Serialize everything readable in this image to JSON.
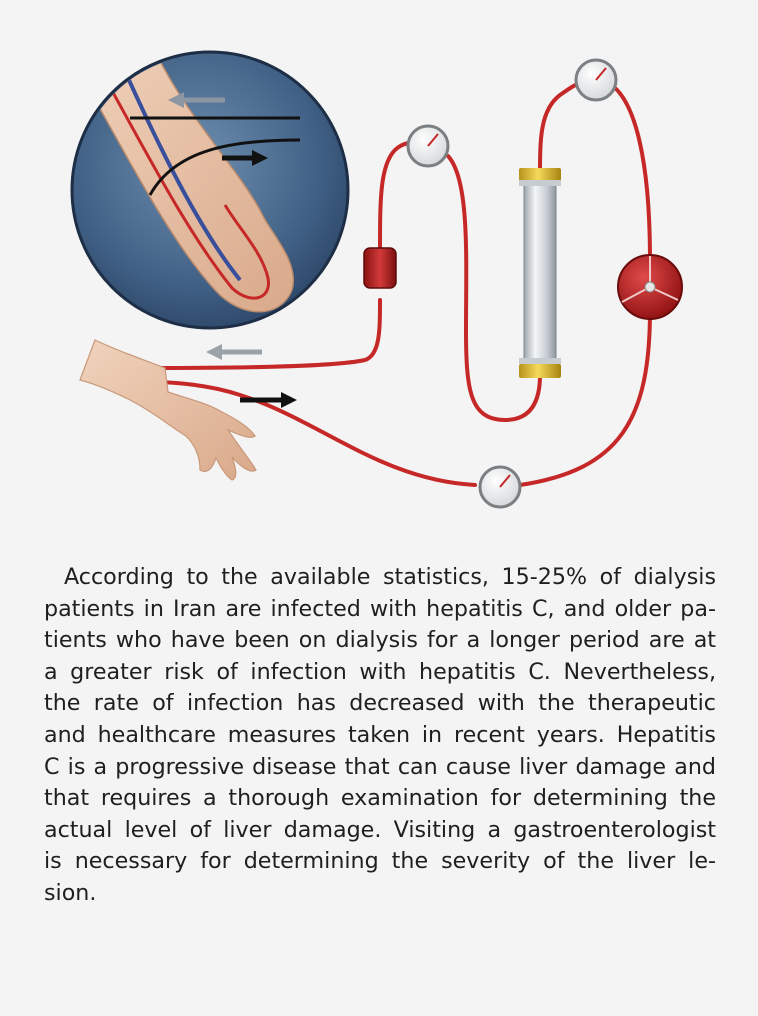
{
  "article": {
    "paragraph_lines": [
      "According to the available statistics, 15-25% of dialysis",
      "patients in Iran are infected with hepatitis C, and older pa-",
      "tients who have been on dialysis for a longer period are at",
      "a greater risk of infection with hepatitis C. Nevertheless,",
      "the rate of infection has decreased with the therapeutic",
      "and healthcare measures taken in recent years. Hepatitis",
      "C is a progressive disease that can cause liver damage and",
      "that requires a thorough examination for determining the",
      "actual level of liver damage. Visiting a gastroenterologist",
      "is necessary for determining the severity of the liver le-",
      "sion."
    ]
  },
  "illustration": {
    "subject": "hemodialysis circuit",
    "colors": {
      "tubing": "#c62828",
      "vein": "#3a4f9b",
      "skin": "#eac7ad",
      "dialyzer": "#d9dde0",
      "caps": "#e2c23a"
    }
  }
}
